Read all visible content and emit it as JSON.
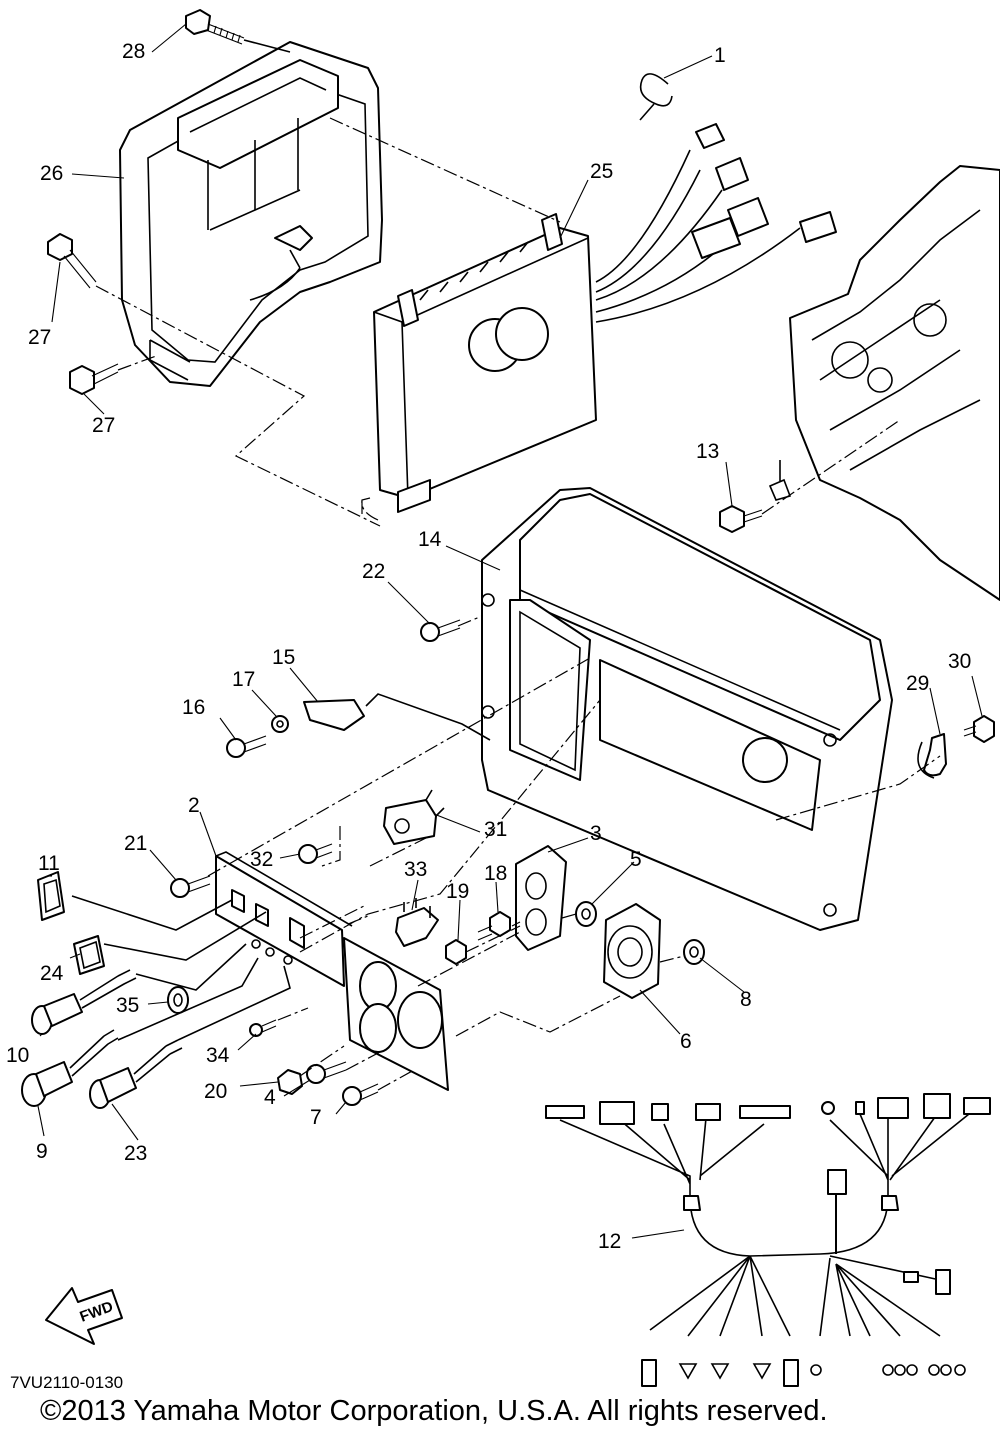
{
  "labels": {
    "p1": "1",
    "p2": "2",
    "p3": "3",
    "p4": "4",
    "p5": "5",
    "p6": "6",
    "p7": "7",
    "p8": "8",
    "p9": "9",
    "p10": "10",
    "p11": "11",
    "p12": "12",
    "p13": "13",
    "p14": "14",
    "p15": "15",
    "p16": "16",
    "p17": "17",
    "p18": "18",
    "p19": "19",
    "p20": "20",
    "p21": "21",
    "p22": "22",
    "p23": "23",
    "p24": "24",
    "p25": "25",
    "p26": "26",
    "p27a": "27",
    "p27b": "27",
    "p28": "28",
    "p29": "29",
    "p30": "30",
    "p31": "31",
    "p32": "32",
    "p33": "33",
    "p34": "34",
    "p35": "35"
  },
  "fwd_label": "FWD",
  "diagram_code": "7VU2110-0130",
  "copyright": "©2013 Yamaha Motor Corporation, U.S.A. All rights reserved."
}
